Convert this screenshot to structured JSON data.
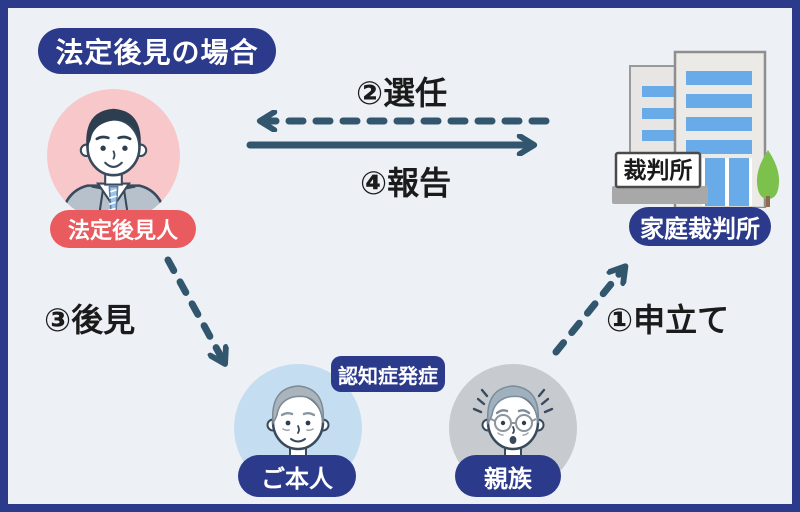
{
  "title": "法定後見の場合",
  "nodes": {
    "guardian": {
      "label": "法定後見人"
    },
    "court": {
      "label": "家庭裁判所",
      "sign": "裁判所"
    },
    "person": {
      "label": "ご本人",
      "badge": "認知症発症"
    },
    "relative": {
      "label": "親族"
    }
  },
  "edges": {
    "appointment": "②選任",
    "report": "④報告",
    "guardianship": "③後見",
    "petition": "①申立て"
  },
  "colors": {
    "frame_blue": "#2c3a8c",
    "background": "#edf1f6",
    "label_red": "#ea5b60",
    "arrow": "#31566d",
    "guardian_circle": "#f8c7ca",
    "person_circle": "#c5ddf1",
    "relative_circle": "#c7cacf",
    "window_blue": "#69aae8",
    "tree_green": "#7cc14b"
  }
}
